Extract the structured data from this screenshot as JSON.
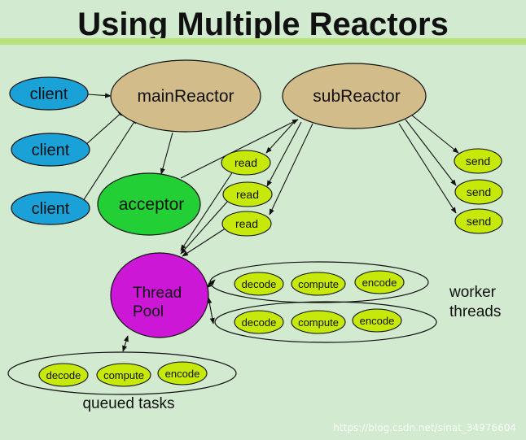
{
  "title": "Using Multiple Reactors",
  "colors": {
    "background": "#d2ebd0",
    "title_bar": "#b7e27a",
    "client": "#1aa1d8",
    "reactor": "#d2bc8a",
    "acceptor": "#22d036",
    "task": "#c7e90a",
    "thread_pool": "#cc18d6"
  },
  "clients": [
    "client",
    "client",
    "client"
  ],
  "main_reactor": "mainReactor",
  "sub_reactor": "subReactor",
  "acceptor": "acceptor",
  "reads": [
    "read",
    "read",
    "read"
  ],
  "sends": [
    "send",
    "send",
    "send"
  ],
  "thread_pool": {
    "line1": "Thread",
    "line2": "Pool"
  },
  "worker_rows": [
    [
      "decode",
      "compute",
      "encode"
    ],
    [
      "decode",
      "compute",
      "encode"
    ]
  ],
  "queued_row": [
    "decode",
    "compute",
    "encode"
  ],
  "worker_label": {
    "line1": "worker",
    "line2": "threads"
  },
  "queued_label": "queued tasks",
  "watermark": "https://blog.csdn.net/sinat_34976604"
}
